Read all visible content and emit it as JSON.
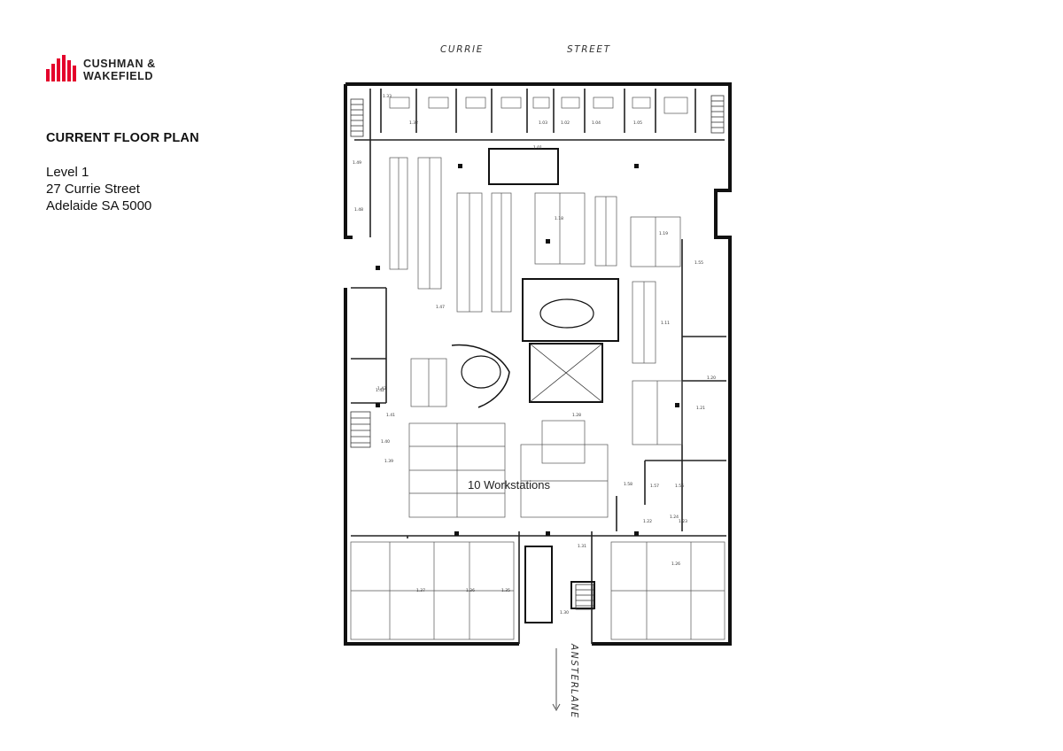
{
  "brand": {
    "name_line1": "CUSHMAN &",
    "name_line2": "WAKEFIELD",
    "color": "#e4002b"
  },
  "heading": {
    "title": "CURRENT FLOOR PLAN",
    "level": "Level 1",
    "address_line1": "27 Currie Street",
    "address_line2": "Adelaide SA 5000"
  },
  "streets": {
    "top_word1": "CURRIE",
    "top_word2": "STREET",
    "side_word1": "ANSTER",
    "side_word2": "LANE"
  },
  "annotation": {
    "workstations": "10 Workstations"
  },
  "rooms": [
    {
      "id": "r1",
      "label": "1.33"
    },
    {
      "id": "r2",
      "label": "1.32"
    },
    {
      "id": "r3",
      "label": "1.03"
    },
    {
      "id": "r4",
      "label": "1.02"
    },
    {
      "id": "r5",
      "label": "1.04"
    },
    {
      "id": "r6",
      "label": "1.05"
    },
    {
      "id": "r7",
      "label": "1.49"
    },
    {
      "id": "r8",
      "label": "1.48"
    },
    {
      "id": "r9",
      "label": "1.47"
    },
    {
      "id": "r10",
      "label": "1.18"
    },
    {
      "id": "r11",
      "label": "1.19"
    },
    {
      "id": "r12",
      "label": "1.11"
    },
    {
      "id": "r13",
      "label": "1.55"
    },
    {
      "id": "r14",
      "label": "1.20"
    },
    {
      "id": "r15",
      "label": "1.21"
    },
    {
      "id": "r16",
      "label": "1.42"
    },
    {
      "id": "r17",
      "label": "1.41"
    },
    {
      "id": "r18",
      "label": "1.40"
    },
    {
      "id": "r19",
      "label": "1.39"
    },
    {
      "id": "r20",
      "label": "1.37"
    },
    {
      "id": "r21",
      "label": "1.36"
    },
    {
      "id": "r22",
      "label": "1.35"
    },
    {
      "id": "r23",
      "label": "1.30"
    },
    {
      "id": "r24",
      "label": "1.31"
    },
    {
      "id": "r25",
      "label": "1.26"
    },
    {
      "id": "r26",
      "label": "1.24"
    },
    {
      "id": "r27",
      "label": "1.23"
    },
    {
      "id": "r28",
      "label": "1.58"
    },
    {
      "id": "r29",
      "label": "1.57"
    },
    {
      "id": "r30",
      "label": "1.56"
    },
    {
      "id": "r31",
      "label": "1.28"
    },
    {
      "id": "r32",
      "label": "1.01"
    },
    {
      "id": "r33",
      "label": "1.22"
    },
    {
      "id": "r34",
      "label": "1.43"
    }
  ],
  "colors": {
    "wall": "#111111",
    "furniture": "#555555"
  }
}
